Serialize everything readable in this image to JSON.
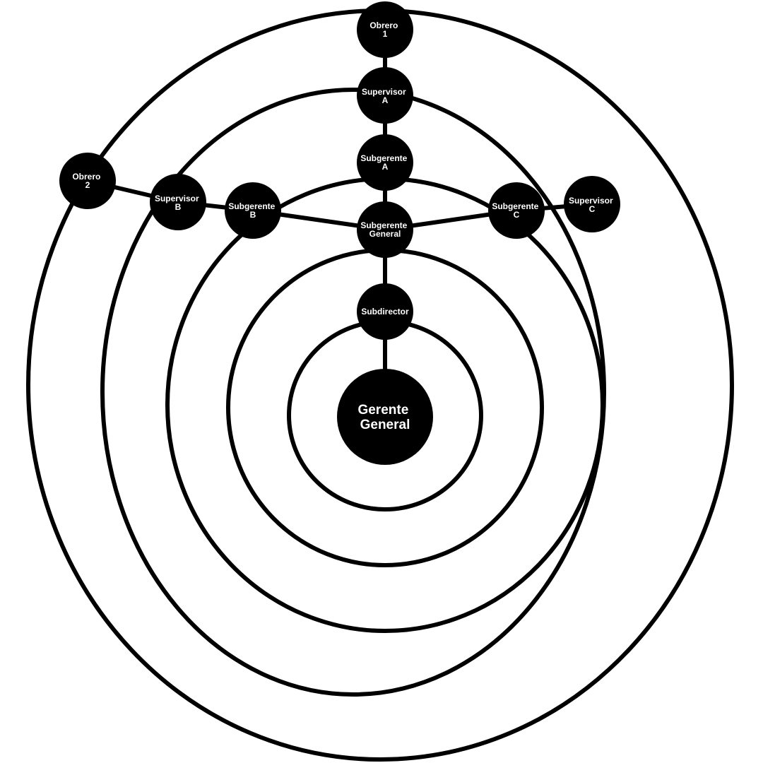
{
  "colors": {
    "background": "#ffffff",
    "ink": "#000000",
    "label": "#ffffff"
  },
  "nodes": {
    "gerente_general": {
      "line1": "Gerente",
      "line2": "General"
    },
    "subdirector": {
      "line1": "Subdirector"
    },
    "subgerente_general": {
      "line1": "Subgerente",
      "line2": "General"
    },
    "subgerente_a": {
      "line1": "Subgerente",
      "line2": "A"
    },
    "subgerente_b": {
      "line1": "Subgerente",
      "line2": "B"
    },
    "subgerente_c": {
      "line1": "Subgerente",
      "line2": "C"
    },
    "supervisor_a": {
      "line1": "Supervisor",
      "line2": "A"
    },
    "supervisor_b": {
      "line1": "Supervisor",
      "line2": "B"
    },
    "supervisor_c": {
      "line1": "Supervisor",
      "line2": "C"
    },
    "obrero_1": {
      "line1": "Obrero",
      "line2": "1"
    },
    "obrero_2": {
      "line1": "Obrero",
      "line2": "2"
    }
  },
  "edges": [
    [
      "gerente_general",
      "subdirector"
    ],
    [
      "subdirector",
      "subgerente_general"
    ],
    [
      "subgerente_general",
      "subgerente_a"
    ],
    [
      "subgerente_general",
      "subgerente_b"
    ],
    [
      "subgerente_general",
      "subgerente_c"
    ],
    [
      "subgerente_a",
      "supervisor_a"
    ],
    [
      "subgerente_b",
      "supervisor_b"
    ],
    [
      "subgerente_c",
      "supervisor_c"
    ],
    [
      "supervisor_a",
      "obrero_1"
    ],
    [
      "supervisor_b",
      "obrero_2"
    ]
  ]
}
